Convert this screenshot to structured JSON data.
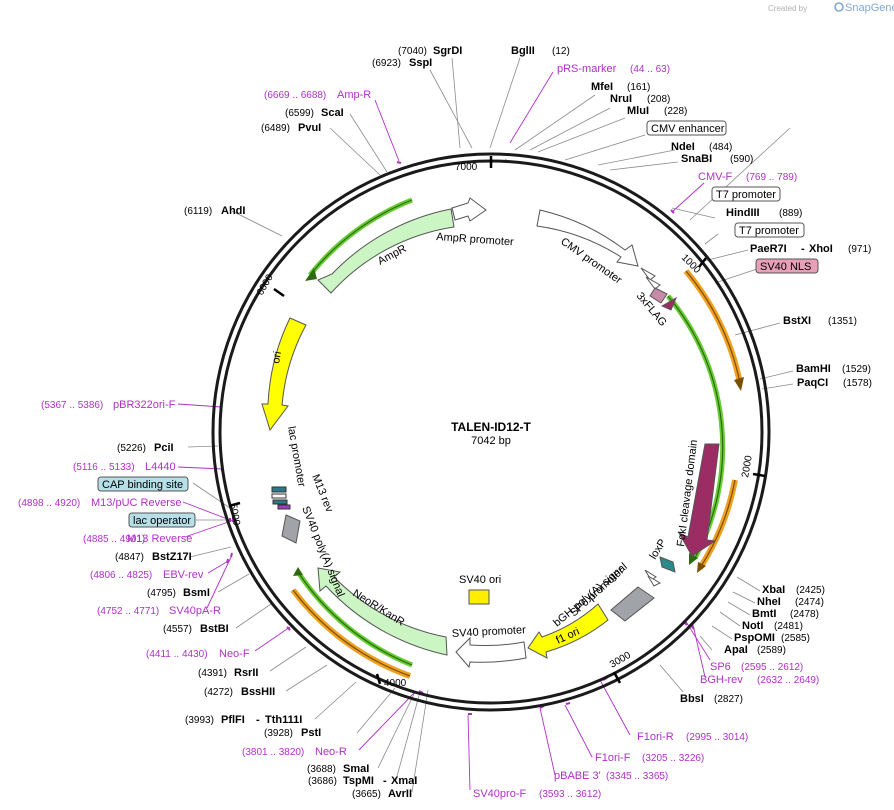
{
  "header": {
    "created_by": "Created by",
    "brand": "SnapGene"
  },
  "plasmid": {
    "name": "TALEN-ID12-T",
    "size_label": "7042 bp"
  },
  "ticks": [
    "7000",
    "1000",
    "2000",
    "3000",
    "4000",
    "5000",
    "6000"
  ],
  "enzymes": {
    "sgrdi": {
      "pos": "(7040)",
      "name": "SgrDI"
    },
    "bglii": {
      "pos": "(12)",
      "name": "BglII"
    },
    "sspi": {
      "pos": "(6923)",
      "name": "SspI"
    },
    "mfei": {
      "name": "MfeI",
      "pos": "(161)"
    },
    "nrui": {
      "name": "NruI",
      "pos": "(208)"
    },
    "mlui": {
      "name": "MluI",
      "pos": "(228)"
    },
    "ndei": {
      "name": "NdeI",
      "pos": "(484)"
    },
    "snabi": {
      "name": "SnaBI",
      "pos": "(590)"
    },
    "hindiii": {
      "name": "HindIII",
      "pos": "(889)"
    },
    "paer7i": {
      "name": "PaeR7I",
      "sep": "-",
      "name2": "XhoI",
      "pos": "(971)"
    },
    "bstxi": {
      "name": "BstXI",
      "pos": "(1351)"
    },
    "bamhi": {
      "name": "BamHI",
      "pos": "(1529)"
    },
    "paqci": {
      "name": "PaqCI",
      "pos": "(1578)"
    },
    "xbai": {
      "name": "XbaI",
      "pos": "(2425)"
    },
    "nhei": {
      "name": "NheI",
      "pos": "(2474)"
    },
    "bmti": {
      "name": "BmtI",
      "pos": "(2478)"
    },
    "noti": {
      "name": "NotI",
      "pos": "(2481)"
    },
    "pspomi": {
      "name": "PspOMI",
      "pos": "(2585)"
    },
    "apai": {
      "name": "ApaI",
      "pos": "(2589)"
    },
    "bbsi": {
      "name": "BbsI",
      "pos": "(2827)"
    },
    "avrii": {
      "pos": "(3665)",
      "name": "AvrII"
    },
    "tspmi": {
      "pos": "(3686)",
      "name": "TspMI",
      "sep": "-",
      "name2": "XmaI"
    },
    "smai": {
      "pos": "(3688)",
      "name": "SmaI"
    },
    "psti": {
      "pos": "(3928)",
      "name": "PstI"
    },
    "pflfi": {
      "pos": "(3993)",
      "name": "PflFI",
      "sep": "-",
      "name2": "Tth111I"
    },
    "bsshii": {
      "pos": "(4272)",
      "name": "BssHII"
    },
    "rsrii": {
      "pos": "(4391)",
      "name": "RsrII"
    },
    "bstbi": {
      "pos": "(4557)",
      "name": "BstBI"
    },
    "bsmi": {
      "pos": "(4795)",
      "name": "BsmI"
    },
    "bstz17i": {
      "pos": "(4847)",
      "name": "BstZ17I"
    },
    "pcii": {
      "pos": "(5226)",
      "name": "PciI"
    },
    "ahdi": {
      "pos": "(6119)",
      "name": "AhdI"
    },
    "pvui": {
      "pos": "(6489)",
      "name": "PvuI"
    },
    "scai": {
      "pos": "(6599)",
      "name": "ScaI"
    }
  },
  "primers": {
    "prs": {
      "name": "pRS-marker",
      "pos": "(44 .. 63)"
    },
    "ampr": {
      "pos": "(6669 .. 6688)",
      "name": "Amp-R"
    },
    "cmvf": {
      "name": "CMV-F",
      "pos": "(769 .. 789)"
    },
    "sp6": {
      "name": "SP6",
      "pos": "(2595 .. 2612)"
    },
    "bghrev": {
      "name": "BGH-rev",
      "pos": "(2632 .. 2649)"
    },
    "f1orir": {
      "name": "F1ori-R",
      "pos": "(2995 .. 3014)"
    },
    "f1orif": {
      "name": "F1ori-F",
      "pos": "(3205 .. 3226)"
    },
    "pbabe3": {
      "name": "pBABE 3'",
      "pos": "(3345 .. 3365)"
    },
    "sv40prof": {
      "name": "SV40pro-F",
      "pos": "(3593 .. 3612)"
    },
    "neor": {
      "pos": "(3801 .. 3820)",
      "name": "Neo-R"
    },
    "neof": {
      "pos": "(4411 .. 4430)",
      "name": "Neo-F"
    },
    "sv40par": {
      "pos": "(4752 .. 4771)",
      "name": "SV40pA-R"
    },
    "ebvrev": {
      "pos": "(4806 .. 4825)",
      "name": "EBV-rev"
    },
    "m13rev": {
      "pos": "(4885 .. 4901)",
      "name": "M13 Reverse"
    },
    "m13puc": {
      "pos": "(4898 .. 4920)",
      "name": "M13/pUC Reverse"
    },
    "l4440": {
      "pos": "(5116 .. 5133)",
      "name": "L4440"
    },
    "pbr322": {
      "pos": "(5367 .. 5386)",
      "name": "pBR322ori-F"
    }
  },
  "feature_boxes": {
    "cmv_enhancer": "CMV enhancer",
    "t7_1": "T7 promoter",
    "t7_2": "T7 promoter",
    "sv40nls": "SV40 NLS",
    "cap": "CAP binding site",
    "lacop": "lac operator"
  },
  "arcs": {
    "ampr_promoter": "AmpR promoter",
    "ampr": "AmpR",
    "cmv_promoter": "CMV promoter",
    "flag": "3xFLAG",
    "ori": "ori",
    "lac_promoter": "lac promoter",
    "m13": "M13 rev",
    "sv40pa": "SV40 poly(A) signal",
    "neor": "NeoR/KanR",
    "sv40_promoter": "SV40 promoter",
    "sv40_ori": "SV40 ori",
    "f1ori": "f1 ori",
    "bgh": "bGH poly(A) signal",
    "sp6": "SP6 promoter",
    "loxp": "loxP",
    "foki": "FokI cleavage domain"
  },
  "colors": {
    "backbone": "#1a1a1a",
    "enzyme_line": "#8a8a8a",
    "primer": "#b030c8",
    "ampr_fill": "#ccf5c4",
    "ori_fill": "#ffff00",
    "foki_fill": "#9b2c64",
    "flag_fill": "#c88aa8",
    "cap_fill": "#b7dfe8",
    "nls_fill": "#e8a0b8",
    "sv40ori_fill": "#ffee00",
    "orange": "#f0a020",
    "green": "#66cc33"
  }
}
